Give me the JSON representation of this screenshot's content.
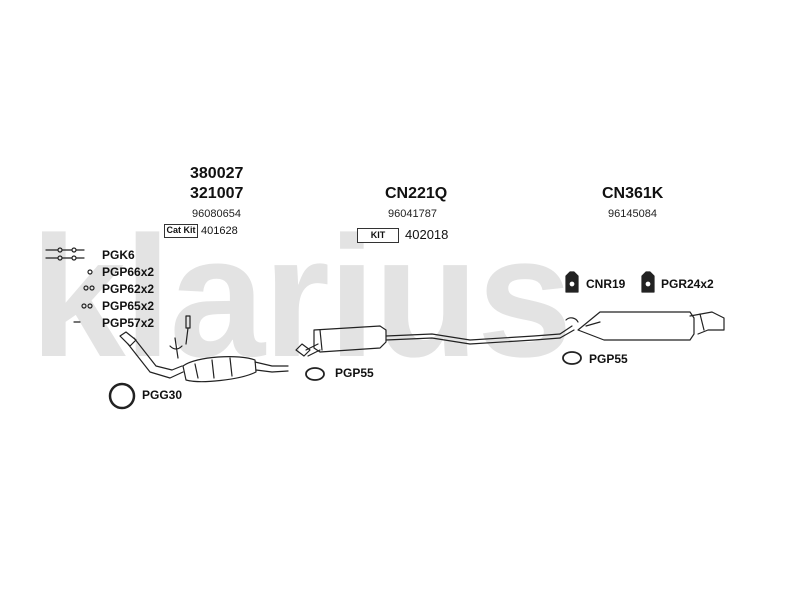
{
  "watermark": "klarius",
  "sections": {
    "front": {
      "codes": [
        "380027",
        "321007"
      ],
      "ref": "96080654",
      "kit_label": "Cat Kit",
      "kit_value": "401628"
    },
    "middle": {
      "code": "CN221Q",
      "ref": "96041787",
      "kit_label": "KIT",
      "kit_value": "402018"
    },
    "rear": {
      "code": "CN361K",
      "ref": "96145084"
    }
  },
  "parts": {
    "pgk6": "PGK6",
    "pgp66": "PGP66x2",
    "pgp62": "PGP62x2",
    "pgp65": "PGP65x2",
    "pgp57": "PGP57x2",
    "pgg30": "PGG30",
    "pgp55_mid": "PGP55",
    "cnr19": "CNR19",
    "pgr24": "PGR24x2",
    "pgp55_rear": "PGP55"
  }
}
